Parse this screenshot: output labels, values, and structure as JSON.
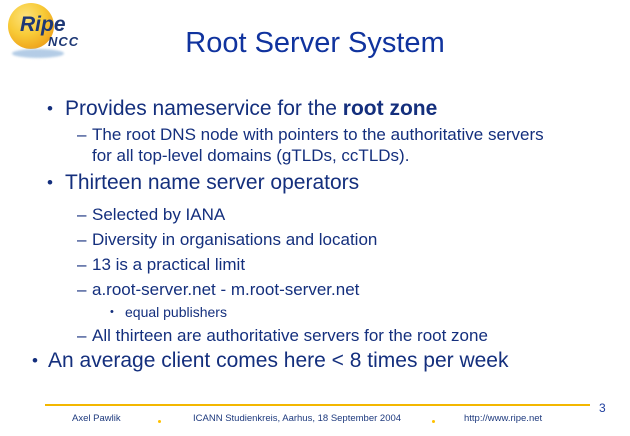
{
  "slide": {
    "logo": {
      "ripe": "Ripe",
      "ncc": "NCC"
    },
    "title": "Root Server System",
    "markers": {
      "l1": "•",
      "l2": "–",
      "l3": "•"
    },
    "bullets": [
      {
        "level": 1,
        "text": "Provides nameservice for the ",
        "bold_text": "root zone"
      },
      {
        "level": 2,
        "text": "The root DNS node with pointers to the authoritative servers for all top-level domains (gTLDs, ccTLDs)."
      },
      {
        "level": 1,
        "text": "Thirteen name server operators"
      },
      {
        "level": 2,
        "text": "Selected by IANA"
      },
      {
        "level": 2,
        "text": "Diversity in organisations and location"
      },
      {
        "level": 2,
        "text": "13 is a practical limit"
      },
      {
        "level": 2,
        "text": "a.root-server.net - m.root-server.net"
      },
      {
        "level": 3,
        "text": "equal publishers"
      },
      {
        "level": 2,
        "text": "All thirteen are authoritative servers for the root zone"
      },
      {
        "level": 1,
        "text": "An average client comes here < 8 times per week"
      }
    ],
    "footer": {
      "author": "Axel Pawlik",
      "event": "ICANN Studienkreis, Aarhus, 18 September 2004",
      "url": "http://www.ripe.net"
    },
    "page_number": "3",
    "colors": {
      "title_blue": "#10339e",
      "body_navy": "#142f7d",
      "accent_gold": "#f3b700",
      "dot_yellow": "#ffc100",
      "logo_yellow": "#f8cb38"
    }
  }
}
